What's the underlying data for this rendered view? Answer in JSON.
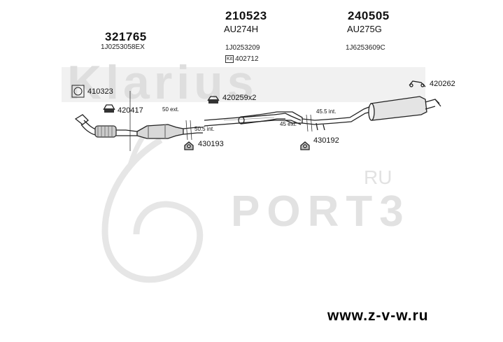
{
  "watermark": {
    "brand": "Klarius",
    "logo_text": "PORT3",
    "logo_suffix": "RU"
  },
  "website": "www.z-v-w.ru",
  "groups": [
    {
      "number": "321765",
      "oe": "1J0253058EX"
    },
    {
      "number": "210523",
      "alt": "AU274H",
      "oe": "1J0253209",
      "kit_label": "Kit",
      "kit": "402712"
    },
    {
      "number": "240505",
      "alt": "AU275G",
      "oe": "1J6253609C"
    }
  ],
  "parts": {
    "p410323": "410323",
    "p420417": "420417",
    "p420259": "420259x2",
    "p430193": "430193",
    "p430192": "430192",
    "p420262": "420262"
  },
  "extensions": {
    "e1": "50 ext.",
    "e2": "50.5 int.",
    "e3": "45 ext.",
    "e4": "45.5 int."
  },
  "colors": {
    "line": "#222222",
    "watermark": "#e4e4e4"
  }
}
